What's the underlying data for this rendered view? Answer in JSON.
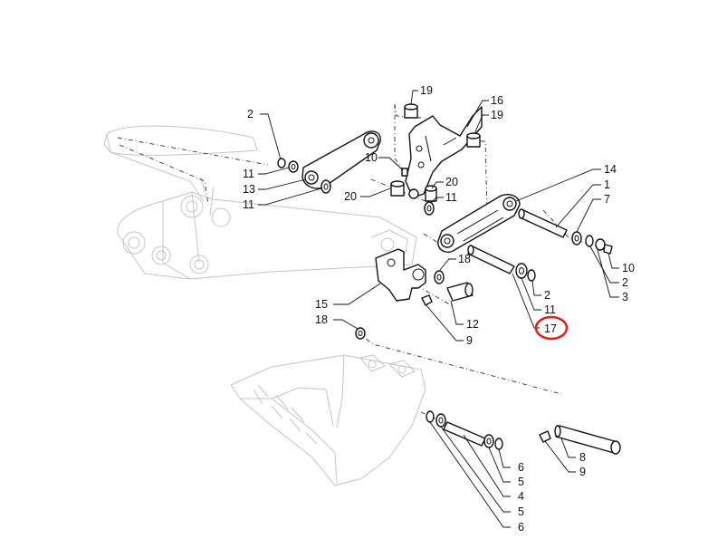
{
  "diagram": {
    "callouts": {
      "c2_top": "2",
      "c19_top": "19",
      "c16": "16",
      "c19_right": "19",
      "c10_mid": "10",
      "c11_a": "11",
      "c13": "13",
      "c11_b": "11",
      "c20_left": "20",
      "c20_right": "20",
      "c11_c": "11",
      "c14": "14",
      "c1": "1",
      "c7": "7",
      "c10_right": "10",
      "c2_right": "2",
      "c3": "3",
      "c18_top": "18",
      "c2_mid": "2",
      "c11_d": "11",
      "c17": "17",
      "c15": "15",
      "c12": "12",
      "c18_left": "18",
      "c9_mid": "9",
      "c6_a": "6",
      "c5_a": "5",
      "c4": "4",
      "c5_b": "5",
      "c6_b": "6",
      "c8": "8",
      "c9_bottom": "9"
    },
    "highlight": {
      "target": "17",
      "color": "#e0201b"
    }
  }
}
